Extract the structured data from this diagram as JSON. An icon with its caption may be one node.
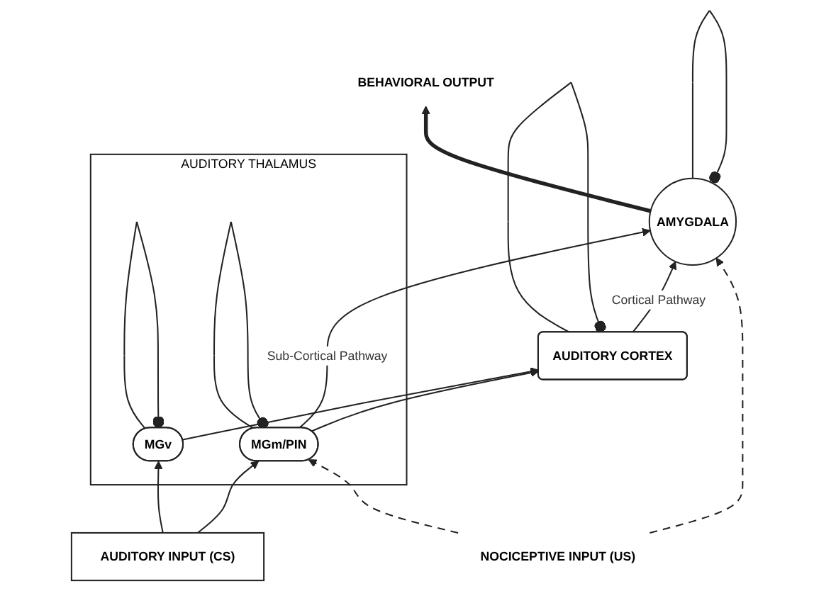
{
  "diagram": {
    "nodes": [
      {
        "text": [
          "AUDITORY CORTEX"
        ]
      },
      {
        "text": [
          "AUDITORY THALAMUS"
        ]
      },
      {
        "text": [
          "MGv"
        ],
        "in": 1
      },
      {
        "text": [
          "MGm/PIN"
        ],
        "in": 1
      },
      {
        "text": [
          "AMYGDALA"
        ]
      },
      {
        "text": [
          "BEHAVIORAL OUTPUT"
        ]
      },
      {
        "text": [
          "AUDITORY INPUT (CS)"
        ]
      },
      {
        "text": [
          "NOCICEPTIVE INPUT (US)"
        ]
      }
    ],
    "edges": [
      {
        "from": 0,
        "to": 0,
        "arrow": "other"
      },
      {
        "from": 2,
        "to": 2,
        "arrow": "other"
      },
      {
        "from": 3,
        "to": 3,
        "arrow": "other"
      },
      {
        "from": 4,
        "to": 4,
        "arrow": "other"
      },
      {
        "from": 6,
        "to": 2,
        "arrow": "to"
      },
      {
        "from": 6,
        "to": 3,
        "arrow": "to"
      },
      {
        "from": 2,
        "to": 0,
        "arrow": "to"
      },
      {
        "from": 3,
        "to": 0,
        "arrow": "to"
      },
      {
        "from": 0,
        "to": 4,
        "arrow": "to",
        "label": "Cortical Pathway"
      },
      {
        "from": 3,
        "to": 4,
        "arrow": "to",
        "label": "Sub-Cortical Pathway"
      },
      {
        "from": 7,
        "to": 3,
        "arrow": "to",
        "style": "dashed"
      },
      {
        "from": 7,
        "to": 4,
        "arrow": "to",
        "style": "dashed"
      },
      {
        "from": 4,
        "to": 5,
        "arrow": "to",
        "style": "thick"
      }
    ]
  }
}
